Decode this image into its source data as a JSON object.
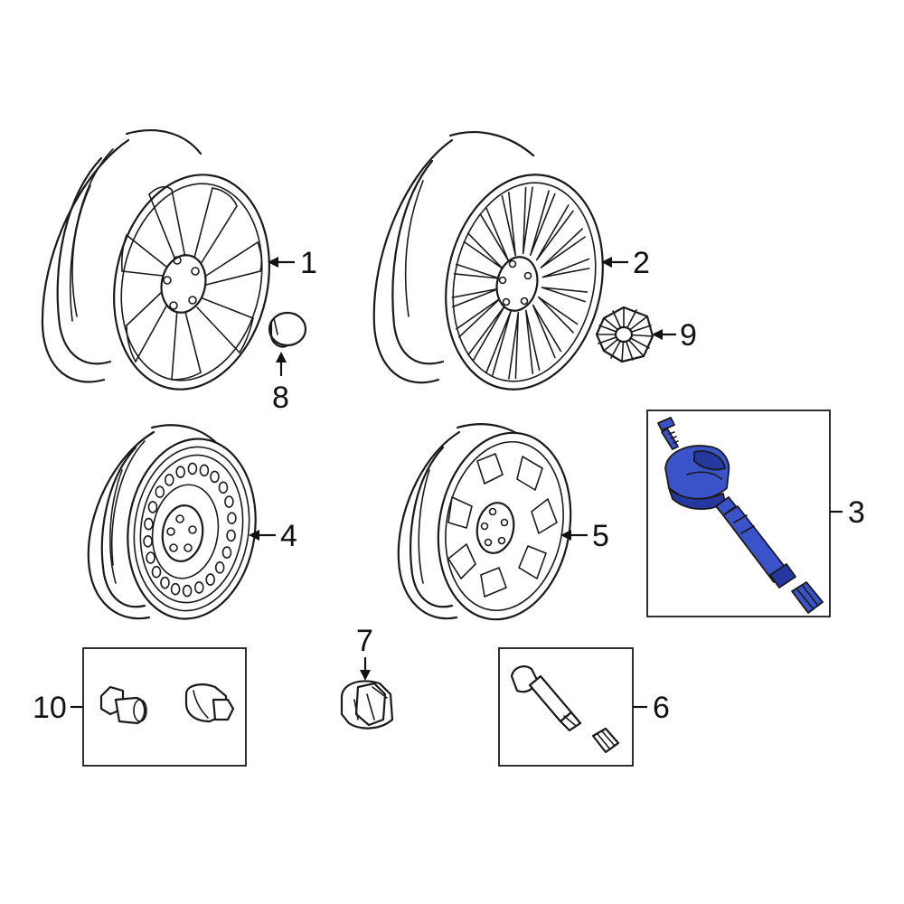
{
  "colors": {
    "line": "#1a1a1a",
    "highlight_fill": "#3a53c8",
    "highlight_dark": "#2438a0",
    "background": "#ffffff"
  },
  "callouts": {
    "c1": "1",
    "c2": "2",
    "c3": "3",
    "c4": "4",
    "c5": "5",
    "c6": "6",
    "c7": "7",
    "c8": "8",
    "c9": "9",
    "c10": "10"
  },
  "parts": [
    {
      "callout": "1",
      "icon": "alloy-wheel-split-spoke-icon"
    },
    {
      "callout": "2",
      "icon": "alloy-wheel-multi-spoke-icon"
    },
    {
      "callout": "3",
      "icon": "tpms-sensor-kit-icon",
      "highlighted": true
    },
    {
      "callout": "4",
      "icon": "steel-spare-wheel-icon"
    },
    {
      "callout": "5",
      "icon": "alloy-wheel-window-icon"
    },
    {
      "callout": "6",
      "icon": "valve-stem-kit-icon"
    },
    {
      "callout": "7",
      "icon": "lug-nut-icon"
    },
    {
      "callout": "8",
      "icon": "center-cap-icon"
    },
    {
      "callout": "9",
      "icon": "center-cap-spoked-icon"
    },
    {
      "callout": "10",
      "icon": "wheel-lock-set-icon"
    }
  ]
}
